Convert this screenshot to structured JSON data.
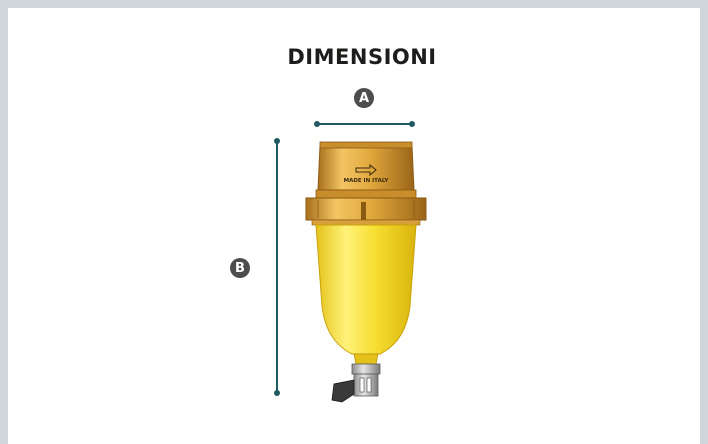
{
  "title": "DIMENSIONI",
  "dimension_a": {
    "label": "A"
  },
  "dimension_b": {
    "label": "B"
  },
  "product": {
    "imprint": "MADE IN ITALY",
    "icon": "arrow-right-icon"
  },
  "colors": {
    "frame": "#cfd6d9",
    "dimension_line": "#1f5a63",
    "badge": "#4d4d4d",
    "brass": "#d9a43c",
    "bowl": "#f4dc2c"
  }
}
